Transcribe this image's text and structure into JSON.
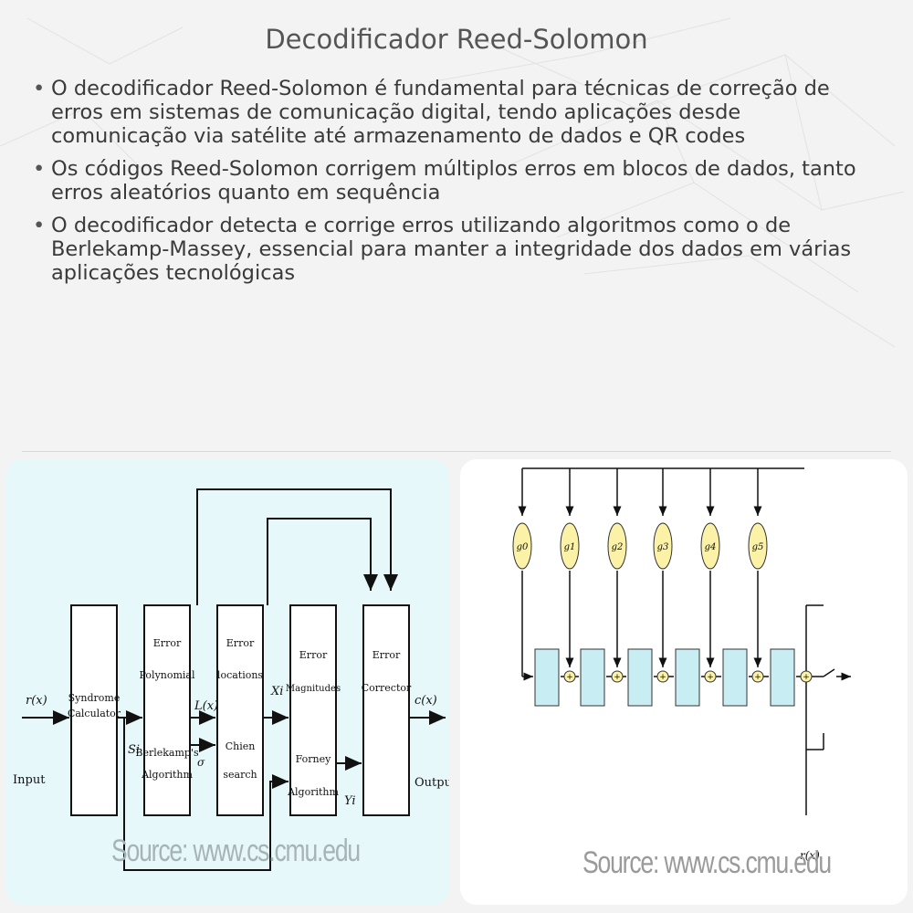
{
  "title": "Decodificador Reed-Solomon",
  "bullets": [
    "O decodificador Reed-Solomon é fundamental para técnicas de correção de erros em sistemas de comunicação digital, tendo aplicações desde comunicação via satélite até armazenamento de dados e QR codes",
    "Os códigos Reed-Solomon corrigem múltiplos erros em blocos de dados, tanto erros aleatórios quanto em sequência",
    "O decodificador detecta e corrige erros utilizando algoritmos como o de Berlekamp-Massey, essencial para manter a integridade dos dados em várias aplicações tecnológicas"
  ],
  "left_diagram": {
    "input_signal": "r(x)",
    "input_label": "Input",
    "blocks": {
      "syndrome": [
        "Syndrome",
        "Calculator"
      ],
      "polynomial": [
        "Error",
        "Polynomial",
        "Berlekamp's",
        "Algorithm"
      ],
      "locations": [
        "Error",
        "locations",
        "Chien",
        "search"
      ],
      "magnitudes": [
        "Error",
        "Magnitudes",
        "Forney",
        "Algorithm"
      ],
      "corrector": [
        "Error",
        "Corrector"
      ]
    },
    "signals": {
      "si": "Si",
      "lx": "L(x)",
      "sigma": "σ",
      "xi": "Xi",
      "yi": "Yi",
      "cx": "c(x)"
    },
    "output_label": "Output",
    "source": "Source: www.cs.cmu.edu"
  },
  "right_diagram": {
    "coefficients": [
      "g0",
      "g1",
      "g2",
      "g3",
      "g4",
      "g5"
    ],
    "output_label": "r(x)",
    "source": "Source: www.cs.cmu.edu"
  }
}
